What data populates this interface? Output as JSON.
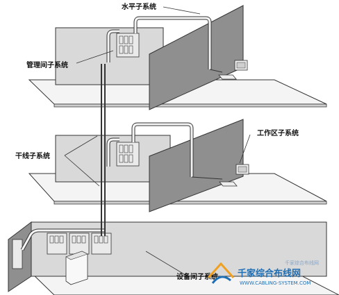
{
  "labels": {
    "horizontal": "水平子系统",
    "management": "管理间子系统",
    "backbone": "干线子系统",
    "work_area": "工作区子系统",
    "equipment": "设备间子系统"
  },
  "watermark": {
    "name": "千家综合布线网",
    "url": "WWW.CABLING-SYSTEM.COM",
    "top_text": "千家综合布线网"
  },
  "colors": {
    "floor": "#f2f2f2",
    "wall_back": "#d6d6d6",
    "wall_side": "#8f8f8f",
    "line": "#222222",
    "brand_blue": "#1f6fb5",
    "brand_orange": "#f0a020"
  }
}
